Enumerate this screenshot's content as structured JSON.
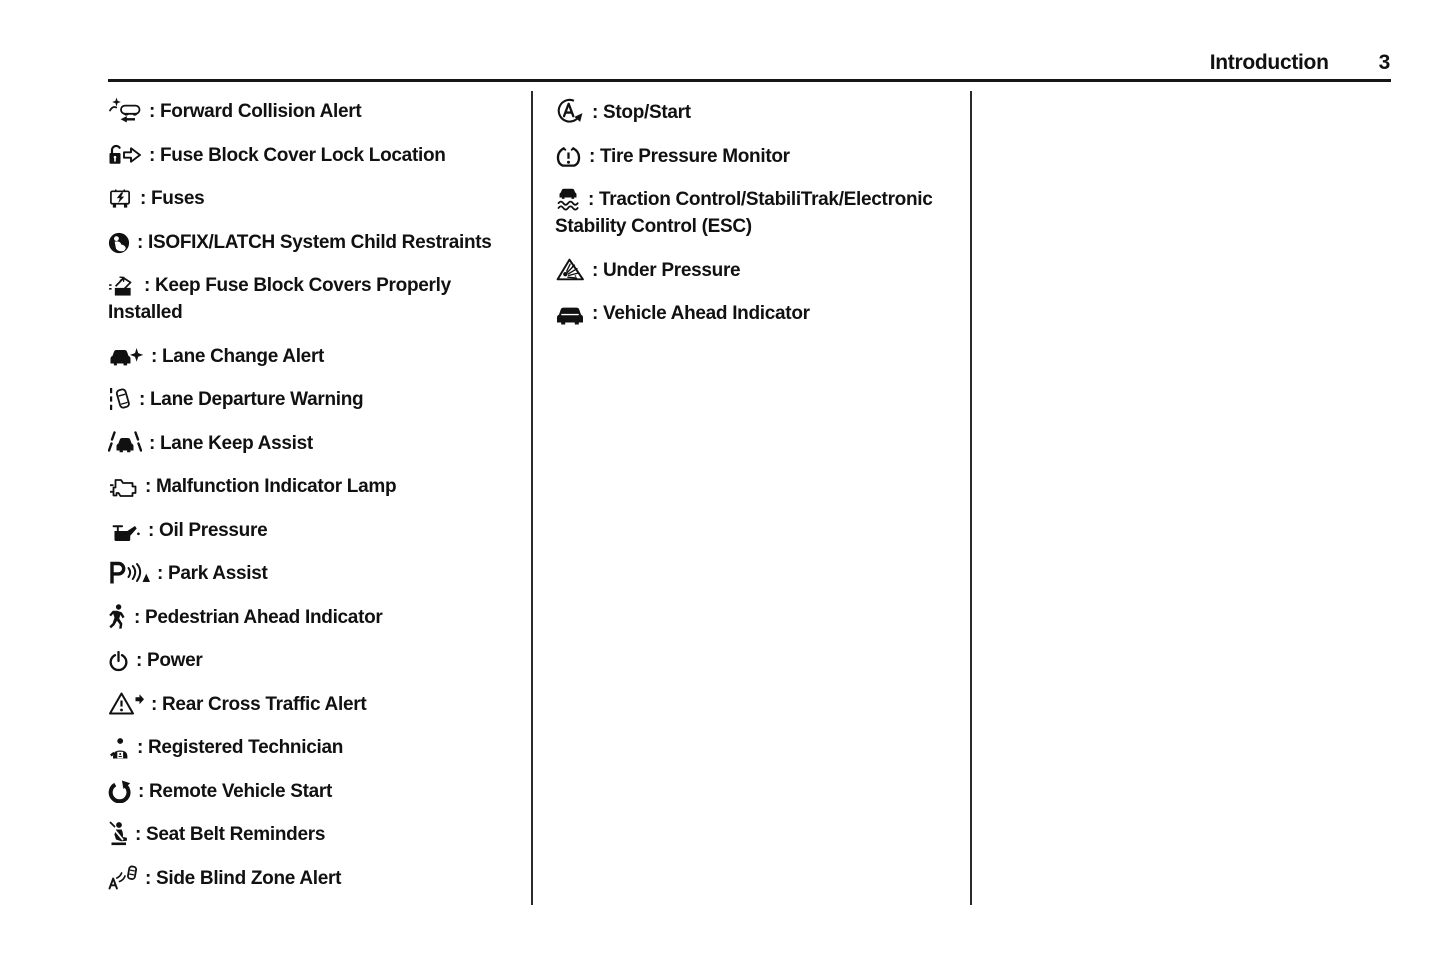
{
  "header": {
    "title": "Introduction",
    "page_number": "3"
  },
  "colors": {
    "ink": "#111111",
    "background": "#ffffff"
  },
  "legend": {
    "separator": " : ",
    "columns": [
      {
        "items": [
          {
            "icon": "forward-collision-alert-icon",
            "label": "Forward Collision Alert"
          },
          {
            "icon": "fuse-block-cover-lock-icon",
            "label": "Fuse Block Cover Lock Location"
          },
          {
            "icon": "fuses-icon",
            "label": "Fuses"
          },
          {
            "icon": "isofix-latch-icon",
            "label": "ISOFIX/LATCH System Child Restraints"
          },
          {
            "icon": "keep-fuse-block-covers-icon",
            "label": "Keep Fuse Block Covers Properly Installed"
          },
          {
            "icon": "lane-change-alert-icon",
            "label": "Lane Change Alert"
          },
          {
            "icon": "lane-departure-warning-icon",
            "label": "Lane Departure Warning"
          },
          {
            "icon": "lane-keep-assist-icon",
            "label": "Lane Keep Assist"
          },
          {
            "icon": "malfunction-indicator-lamp-icon",
            "label": "Malfunction Indicator Lamp"
          },
          {
            "icon": "oil-pressure-icon",
            "label": "Oil Pressure"
          },
          {
            "icon": "park-assist-icon",
            "label": "Park Assist"
          },
          {
            "icon": "pedestrian-ahead-icon",
            "label": "Pedestrian Ahead Indicator"
          },
          {
            "icon": "power-icon",
            "label": "Power"
          },
          {
            "icon": "rear-cross-traffic-alert-icon",
            "label": "Rear Cross Traffic Alert"
          },
          {
            "icon": "registered-technician-icon",
            "label": "Registered Technician"
          },
          {
            "icon": "remote-vehicle-start-icon",
            "label": "Remote Vehicle Start"
          },
          {
            "icon": "seat-belt-reminders-icon",
            "label": "Seat Belt Reminders"
          },
          {
            "icon": "side-blind-zone-alert-icon",
            "label": "Side Blind Zone Alert"
          }
        ]
      },
      {
        "items": [
          {
            "icon": "stop-start-icon",
            "label": "Stop/Start"
          },
          {
            "icon": "tire-pressure-monitor-icon",
            "label": "Tire Pressure Monitor"
          },
          {
            "icon": "traction-control-icon",
            "label": "Traction Control/StabiliTrak/Electronic Stability Control (ESC)"
          },
          {
            "icon": "under-pressure-icon",
            "label": "Under Pressure"
          },
          {
            "icon": "vehicle-ahead-indicator-icon",
            "label": "Vehicle Ahead Indicator"
          }
        ]
      },
      {
        "items": []
      }
    ]
  }
}
